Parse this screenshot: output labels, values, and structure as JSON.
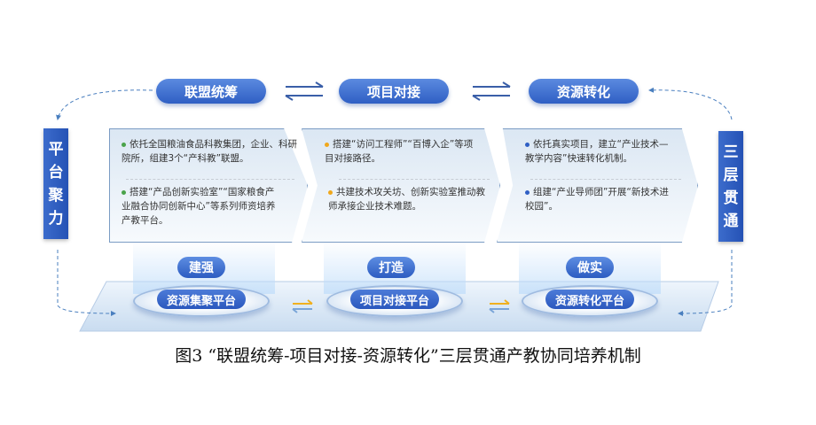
{
  "top": [
    "联盟统筹",
    "项目对接",
    "资源转化"
  ],
  "left_side": [
    "平",
    "台",
    "聚",
    "力"
  ],
  "right_side": [
    "三",
    "层",
    "贯",
    "通"
  ],
  "panels": [
    {
      "items": [
        "依托全国粮油食品科教集团，企业、科研院所，组建3个“产科教”联盟。",
        "搭建“产品创新实验室”“国家粮食产业融合协同创新中心”等系列师资培养产教平台。"
      ],
      "bullet": "#4aa34a"
    },
    {
      "items": [
        "搭建“访问工程师”“百博入企”等项目对接路径。",
        "共建技术攻关坊、创新实验室推动教师承接企业技术难题。"
      ],
      "bullet": "#f0a81c"
    },
    {
      "items": [
        "依托真实项目，建立“产业技术—教学内容”快速转化机制。",
        "组建“产业导师团”开展“新技术进校园”。"
      ],
      "bullet": "#2f5fc4"
    }
  ],
  "tags": [
    "建强",
    "打造",
    "做实"
  ],
  "platforms": [
    "资源集聚平台",
    "项目对接平台",
    "资源转化平台"
  ],
  "caption": "图3 “联盟统筹-项目对接-资源转化”三层贯通产教协同培养机制"
}
